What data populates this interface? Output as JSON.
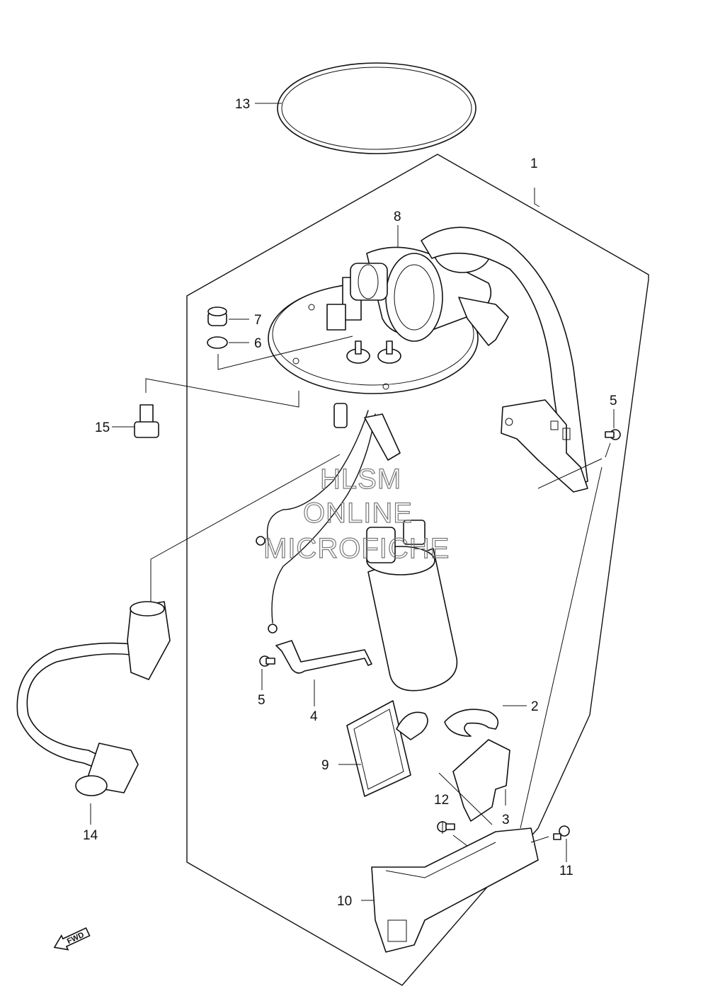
{
  "callouts": {
    "c1": "1",
    "c2": "2",
    "c3": "3",
    "c4": "4",
    "c5a": "5",
    "c5b": "5",
    "c6": "6",
    "c7": "7",
    "c8": "8",
    "c9": "9",
    "c10": "10",
    "c11": "11",
    "c12": "12",
    "c13": "13",
    "c14": "14",
    "c15": "15"
  },
  "watermark": {
    "line1": "HLSM",
    "line2": "ONLINE",
    "line3": "MICROFICHE"
  },
  "direction_arrow": {
    "label": "FWD",
    "icon": "forward-arrow-icon"
  }
}
